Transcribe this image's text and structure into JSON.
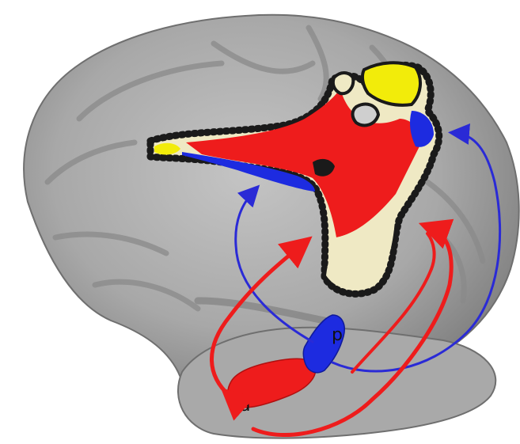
{
  "figure": {
    "labels": {
      "anterior": "a",
      "posterior": "p"
    },
    "colors": {
      "background": "#ffffff",
      "cortex_light": "#b9b9b9",
      "cortex_mid": "#9c9c9c",
      "cortex_dark": "#6f6f6f",
      "region_red": "#ee1c1c",
      "region_yellow": "#f2ec0a",
      "region_blue": "#1d2be0",
      "region_cream": "#efe9c4",
      "outline": "#1a1a1a",
      "arrow_red": "#ee1c1c",
      "arrow_blue": "#2a2ad6"
    },
    "connections": [
      {
        "from": "a",
        "color": "red"
      },
      {
        "from": "p",
        "color": "blue"
      }
    ]
  }
}
